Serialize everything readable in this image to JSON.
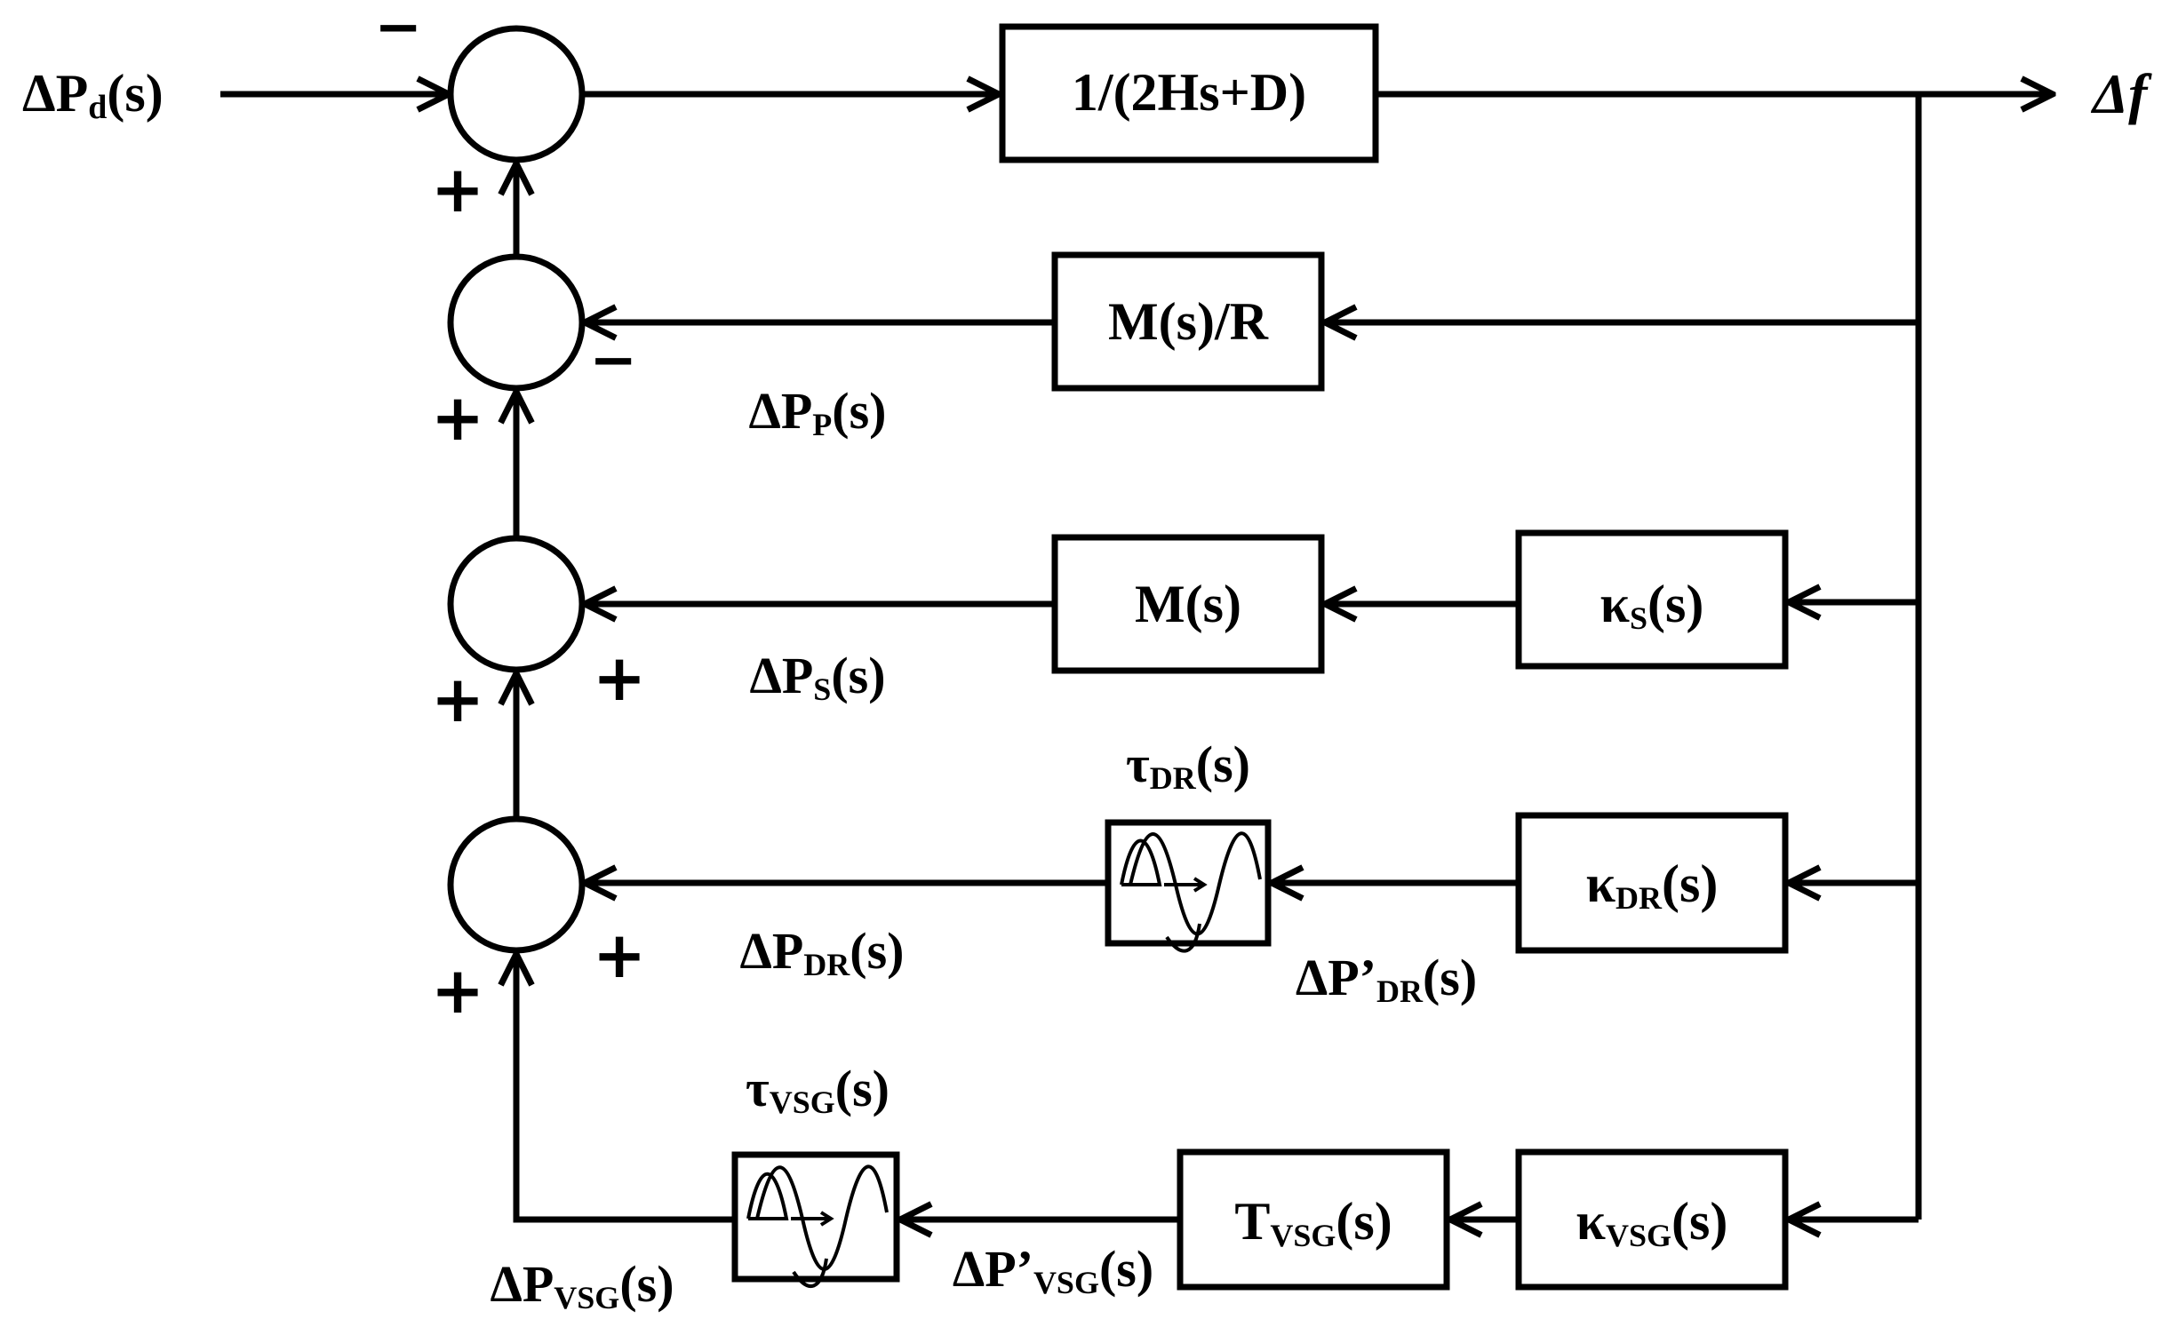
{
  "diagram": {
    "input": {
      "base": "ΔP",
      "sub": "d",
      "tail": "(s)"
    },
    "output": {
      "text": "Δf"
    },
    "blocks": {
      "plant": "1/(2Hs+D)",
      "primary": "M(s)/R",
      "secondary": "M(s)",
      "kappa_s": {
        "base": "κ",
        "sub": "S",
        "tail": "(s)"
      },
      "kappa_dr": {
        "base": "κ",
        "sub": "DR",
        "tail": "(s)"
      },
      "kappa_vsg": {
        "base": "κ",
        "sub": "VSG",
        "tail": "(s)"
      },
      "t_vsg": {
        "base": "T",
        "sub": "VSG",
        "tail": "(s)"
      }
    },
    "delays": {
      "tau_dr": {
        "base": "τ",
        "sub": "DR",
        "tail": "(s)"
      },
      "tau_vsg": {
        "base": "τ",
        "sub": "VSG",
        "tail": "(s)"
      }
    },
    "signals": {
      "dp_p": {
        "base": "ΔP",
        "sub": "P",
        "tail": "(s)"
      },
      "dp_s": {
        "base": "ΔP",
        "sub": "S",
        "tail": "(s)"
      },
      "dp_dr": {
        "base": "ΔP",
        "sub": "DR",
        "tail": "(s)"
      },
      "dp_dr_prime": {
        "base": "ΔP’",
        "sub": "DR",
        "tail": "(s)"
      },
      "dp_vsg": {
        "base": "ΔP",
        "sub": "VSG",
        "tail": "(s)"
      },
      "dp_vsg_prime": {
        "base": "ΔP’",
        "sub": "VSG",
        "tail": "(s)"
      }
    },
    "signs": {
      "plus": "+",
      "minus": "−"
    }
  }
}
